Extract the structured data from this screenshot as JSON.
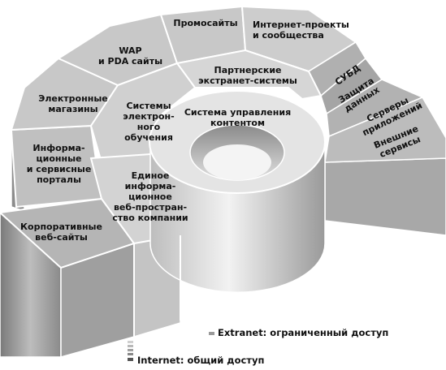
{
  "outer_ring": {
    "promo": "Промосайты",
    "internet_projects": "Интернет-проекты\nи сообщества",
    "wap": "WAP\nи PDA сайты",
    "e_shops": "Электронные\nмагазины",
    "info_portals": "Информа-\nционные\nи сервисные\nпорталы",
    "corporate": "Корпоративные\nвеб-сайты"
  },
  "middle_ring": {
    "partner_extranet": "Партнерские\nэкстранет-системы",
    "e_learning": "Системы\nэлектрон-\nного\nобучения",
    "info_space": "Единое\nинформа-\nционное\nвеб-простран-\nство компании"
  },
  "inner_ring": {
    "cms": "Система управления\nконтентом"
  },
  "right_segments": {
    "dbms": "СУБД",
    "data_protection": "Защита\nданных",
    "app_servers": "Серверы\nприложений",
    "external_services": "Внешние\nсервисы"
  },
  "legend": {
    "extranet": "Extranet:  ограниченный доступ",
    "internet": "Internet:  общий доступ"
  },
  "colors": {
    "outer_top": "#c8c8c8",
    "side_dark": "#8c8c8c",
    "middle_top": "#d9d9d9",
    "core_light": "#eeeeee",
    "outline": "#ffffff"
  }
}
